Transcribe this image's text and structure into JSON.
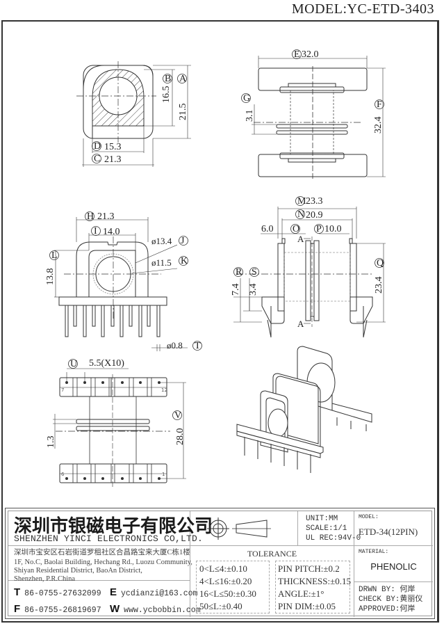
{
  "header": {
    "model": "MODEL:YC-ETD-3403"
  },
  "views": {
    "end_view": {
      "dims": [
        {
          "label": "A",
          "value": "21.5"
        },
        {
          "label": "B",
          "value": "16.5"
        },
        {
          "label": "C",
          "value": "21.3"
        },
        {
          "label": "D",
          "value": "15.3"
        }
      ]
    },
    "top_view": {
      "dims": [
        {
          "label": "E",
          "value": "32.0"
        },
        {
          "label": "F",
          "value": "32.4"
        },
        {
          "label": "G",
          "value": "3.1"
        }
      ]
    },
    "front_view": {
      "dims": [
        {
          "label": "H",
          "value": "21.3"
        },
        {
          "label": "I",
          "value": "14.0"
        },
        {
          "label": "J",
          "value": "ø13.4"
        },
        {
          "label": "K",
          "value": "ø11.5"
        },
        {
          "label": "L",
          "value": "13.8"
        },
        {
          "label": "T",
          "value": "ø0.8"
        }
      ]
    },
    "side_view": {
      "dims": [
        {
          "label": "M",
          "value": "23.3"
        },
        {
          "label": "N",
          "value": "20.9"
        },
        {
          "label": "O",
          "value": "6.0"
        },
        {
          "label": "P",
          "value": "10.0"
        },
        {
          "label": "Q",
          "value": "23.4"
        },
        {
          "label": "R",
          "value": "7.4"
        },
        {
          "label": "S",
          "value": "3.4"
        }
      ],
      "section_label": "A"
    },
    "bottom_view": {
      "dims": [
        {
          "label": "U",
          "value": "5.5(X10)"
        },
        {
          "label": "V",
          "value": "28.0"
        },
        {
          "label": "",
          "value": "1.3"
        }
      ],
      "pin_numbers": [
        "7",
        "12",
        "6",
        "1"
      ]
    }
  },
  "title_block": {
    "company_cn": "深圳市银磁电子有限公司",
    "company_en": "SHENZHEN YINCI ELECTRONICS CO,LTD.",
    "address_cn": "深圳市宝安区石岩街道罗租社区合昌路宝来大厦C栋1楼",
    "address_en": [
      "1F, No.C, Baolai Building, Hechang Rd., Luozu Community,",
      "Shiyan Residential District, BaoAn District,",
      "Shenzhen, P.R.China"
    ],
    "contacts": [
      {
        "key": "T",
        "value": "86-0755-27632099"
      },
      {
        "key": "E",
        "value": "ycdianzi@163.com"
      },
      {
        "key": "F",
        "value": "86-0755-26819697"
      },
      {
        "key": "W",
        "value": "www.ycbobbin.com"
      }
    ],
    "unit": "UNIT:MM",
    "scale": "SCALE:1/1",
    "ul_rec": "UL REC:94V-0",
    "tolerance_title": "TOLERANCE",
    "tolerance_left": [
      "0<L≤4:±0.10",
      "4<L≤16:±0.20",
      "16<L≤50:±0.30",
      "50≤L:±0.40"
    ],
    "tolerance_right": [
      "PIN PITCH:±0.2",
      "THICKNESS:±0.15",
      "ANGLE:±1°",
      "PIN DIM:±0.05"
    ],
    "model_label": "MODEL:",
    "model_value": "ETD-34(12PIN)",
    "material_label": "MATERIAL:",
    "material_value": "PHENOLIC",
    "drawn_by": "DRWN BY: 何岸",
    "check_by": "CHECK BY:黄丽仪",
    "approved": "APPROVED:何岸"
  }
}
